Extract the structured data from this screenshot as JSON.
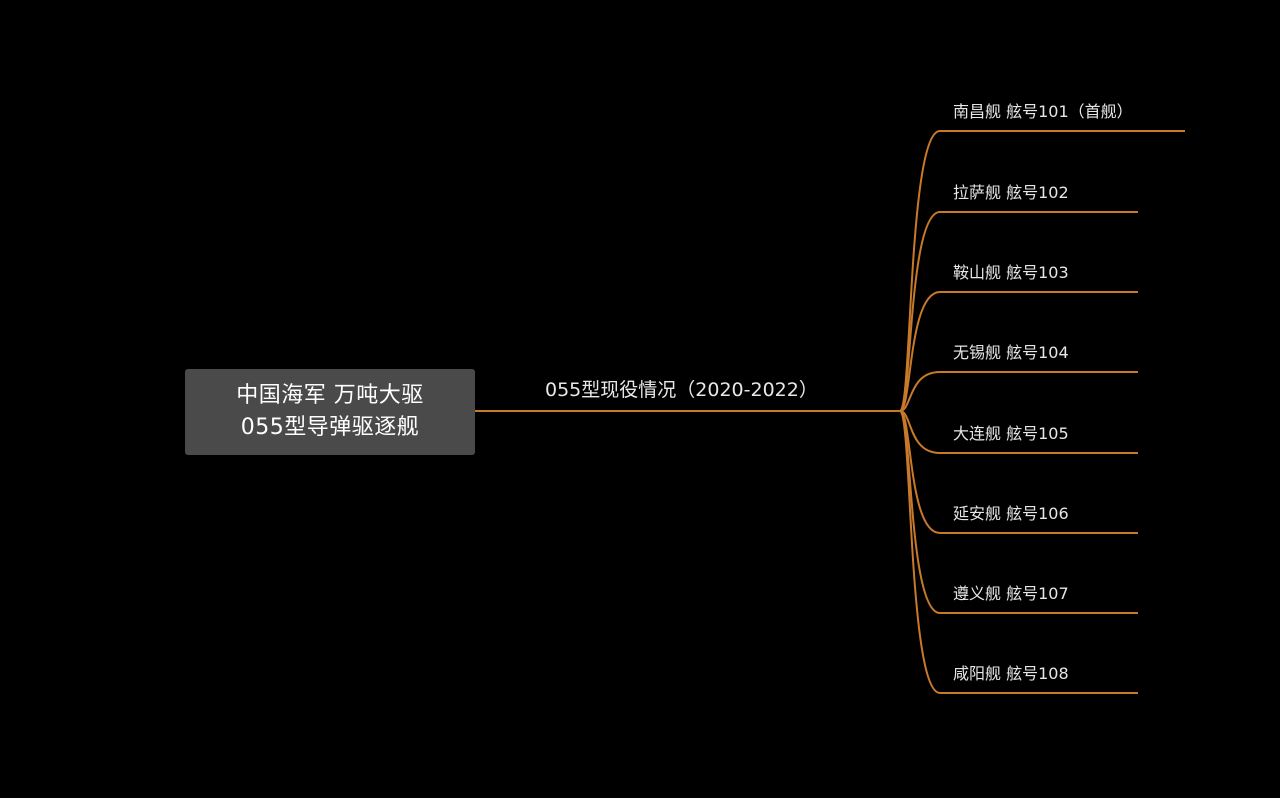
{
  "root": {
    "line1": "中国海军 万吨大驱",
    "line2": "055型导弹驱逐舰"
  },
  "branch": {
    "label": "055型现役情况（2020-2022）"
  },
  "leaves": [
    {
      "label": "南昌舰 舷号101（首舰）"
    },
    {
      "label": "拉萨舰 舷号102"
    },
    {
      "label": "鞍山舰 舷号103"
    },
    {
      "label": "无锡舰 舷号104"
    },
    {
      "label": "大连舰 舷号105"
    },
    {
      "label": "延安舰 舷号106"
    },
    {
      "label": "遵义舰 舷号107"
    },
    {
      "label": "咸阳舰 舷号108"
    }
  ],
  "colors": {
    "background": "#000000",
    "root_fill": "#4a4a4a",
    "connector": "#c8792a",
    "text": "#e6e6e6"
  }
}
